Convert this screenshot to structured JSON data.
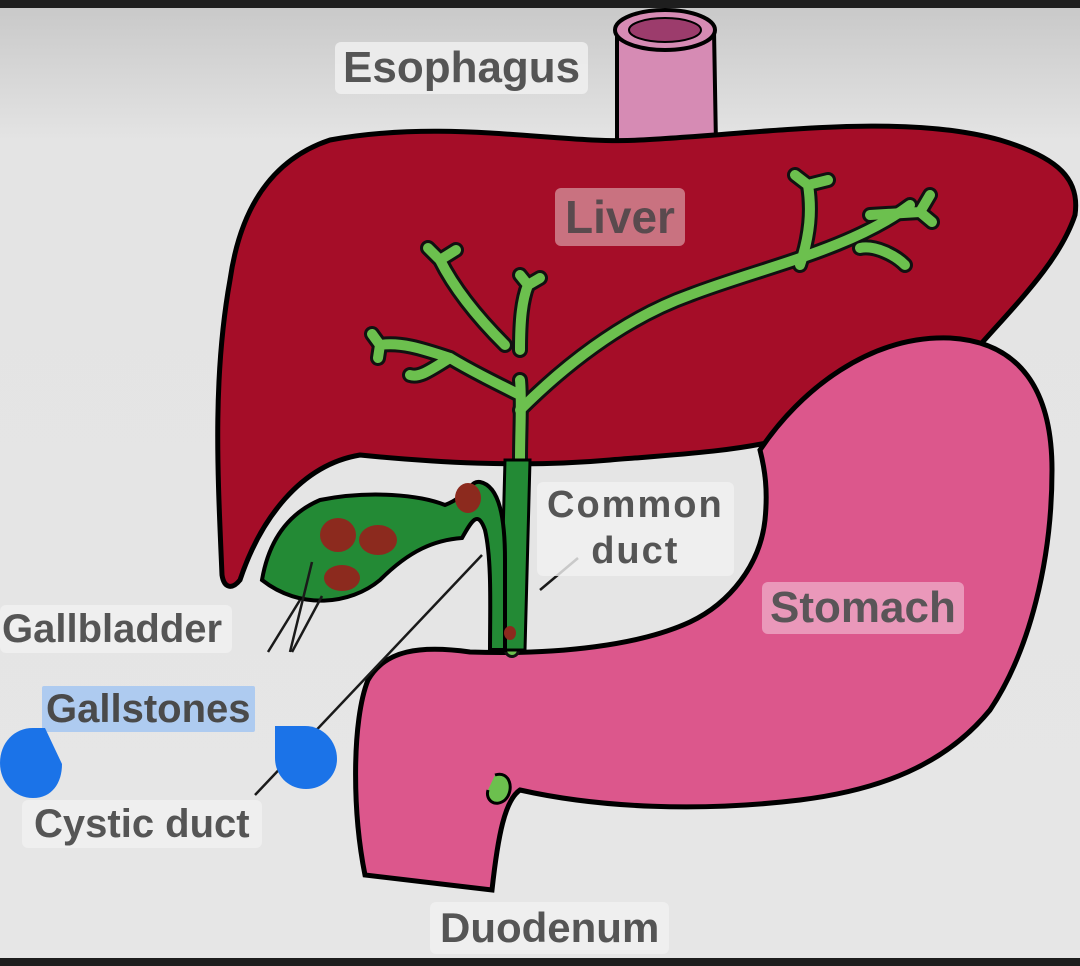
{
  "labels": {
    "esophagus": "Esophagus",
    "liver": "Liver",
    "common_duct_line1": "Common",
    "common_duct_line2": "duct",
    "stomach": "Stomach",
    "gallbladder": "Gallbladder",
    "gallstones": "Gallstones",
    "cystic_duct": "Cystic duct",
    "duodenum": "Duodenum"
  },
  "colors": {
    "liver": "#a50d28",
    "stomach": "#dc578c",
    "bile_ducts": "#6cc04e",
    "gallbladder": "#238a35",
    "gallstones": "#8c2a1e",
    "esophagus": "#d68bb4",
    "selection_highlight": "#aecbf0",
    "selection_handle": "#1b73e8"
  },
  "selection": {
    "selected_text": "Gallstones"
  }
}
